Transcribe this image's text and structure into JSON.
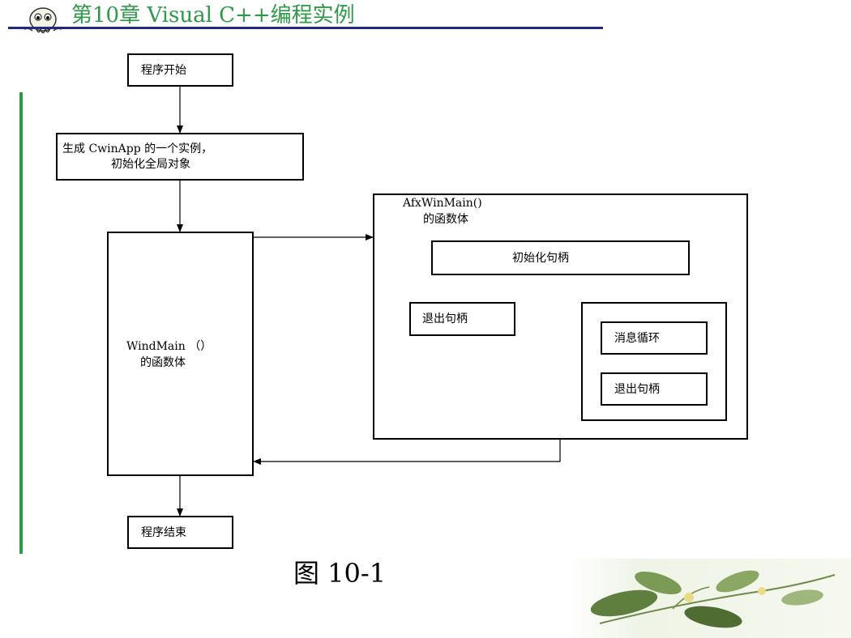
{
  "header": {
    "title": "第10章   Visual C++编程实例",
    "title_color": "#2E9A47",
    "rule_color": "#1F2A80",
    "accent_bar_color": "#2E9A47"
  },
  "diagram": {
    "start": "程序开始",
    "create_line1": "生成    CwinApp    的一个实例，",
    "create_line2": "初始化全局对象",
    "winmain_line1": "WindMain    （）",
    "winmain_line2": "的函数体",
    "afx_line1": "AfxWinMain()",
    "afx_line2": "的函数体",
    "init_handle": "初始化句柄",
    "exit_handle_left": "退出句柄",
    "message_loop": "消息循环",
    "exit_handle_inner": "退出句柄",
    "end": "程序结束"
  },
  "caption": "图  10-1",
  "icons": {
    "mascot": "octopus-mascot-icon",
    "decoration": "leaf-branch-decoration"
  }
}
